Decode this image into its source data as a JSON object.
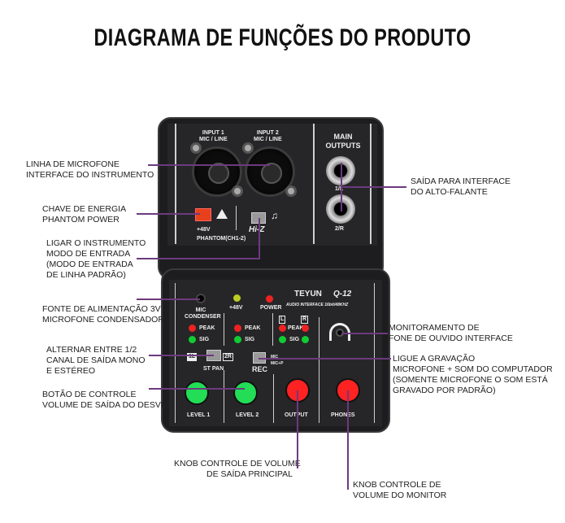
{
  "title": "DIAGRAMA DE FUNÇÕES DO PRODUTO",
  "device": {
    "input1": "INPUT 1\nMIC / LINE",
    "input2": "INPUT 2\nMIC / LINE",
    "main_outputs": "MAIN\nOUTPUTS",
    "out1": "1/L",
    "out2": "2/R",
    "phantom_v": "+48V",
    "phantom": "PHANTOM(CH1-2)",
    "hiz": "Hi-Z",
    "mic_condenser": "MIC\nCONDENSER",
    "led_48v": "+48V",
    "led_power": "POWER",
    "brand": "TEYUN",
    "model": "Q-12",
    "subtitle": "AUDIO INTERFACE 16bit/48KHZ",
    "peak": "PEAK",
    "sig": "SIG",
    "l": "L",
    "r": "R",
    "pan_1l": "1L",
    "pan_2r": "2R",
    "st_pan": "ST PAN",
    "rec": "REC",
    "rec_mic": "MIC",
    "rec_micp": "MIC+P",
    "level1": "LEVEL 1",
    "level2": "LEVEL 2",
    "output": "OUTPUT",
    "phones": "PHONES"
  },
  "callouts": {
    "mic_line": "LINHA DE MICROFONE\nINTERFACE DO INSTRUMENTO",
    "phantom": "CHAVE DE ENERGIA\nPHANTOM POWER",
    "hiz": "LIGAR O INSTRUMENTO\nMODO DE ENTRADA\n(MODO DE ENTRADA\nDE LINHA PADRÃO)",
    "mic_power": "FONTE DE ALIMENTAÇÃO 3V\nMICROFONE CONDENSADOR",
    "pan": "ALTERNAR ENTRE 1/2\nCANAL DE SAÍDA MONO\nE ESTÉREO",
    "level": "BOTÃO DE CONTROLE\nVOLUME DE SAÍDA DO DESVIO",
    "outputs": "SAÍDA PARA INTERFACE\nDO ALTO-FALANTE",
    "headphones": "MONITORAMENTO DE\nFONE DE OUVIDO INTERFACE",
    "rec": "LIGUE A GRAVAÇÃO\nMICROFONE + SOM DO COMPUTADOR\n(SOMENTE MICROFONE O SOM ESTÁ\nGRAVADO POR PADRÃO)",
    "main_knob": "KNOB CONTROLE DE VOLUME\nDE SAÍDA PRINCIPAL",
    "monitor_knob": "KNOB CONTROLE DE\nVOLUME DO MONITOR"
  },
  "colors": {
    "line": "#6d3a7e"
  }
}
